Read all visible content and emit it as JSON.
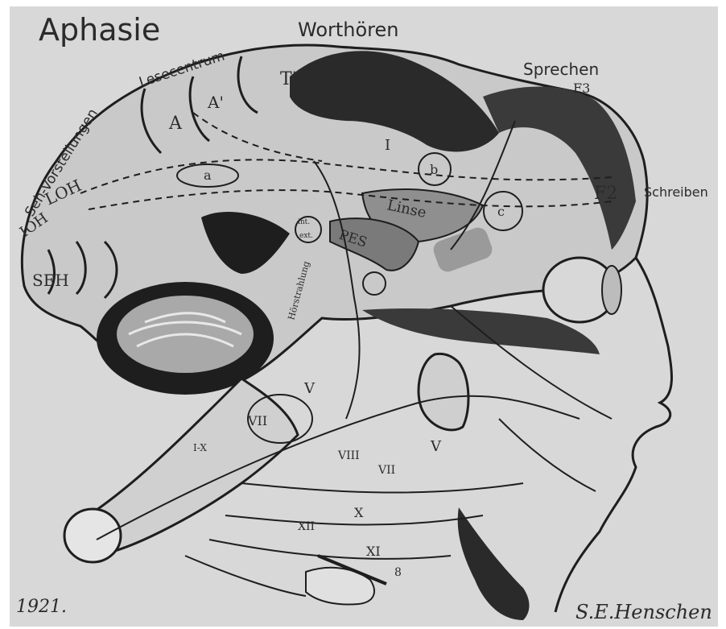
{
  "title": "Aphasie",
  "labels": {
    "worthoren": "Worthören",
    "lesecentrum": "Lesecentrum",
    "sehvorstellungen": "Seh-Vorstellungen",
    "sprechen": "Sprechen",
    "schreiben": "Schreiben",
    "linse": "Linse",
    "pes": "PES",
    "t2": "T''",
    "t1": "T'",
    "t3_i": "I",
    "f3": "F3",
    "f2": "F2",
    "a": "A",
    "a1": "A'",
    "a_small": "a",
    "b": "b",
    "c": "c",
    "loh": "LOH",
    "seh": "SEH",
    "ioh": "IOH",
    "v": "V",
    "vii": "VII",
    "viii": "VIII",
    "vii_low": "VII",
    "v_low": "V",
    "x": "X",
    "xi": "XI",
    "xii": "XII",
    "i_x": "I-X",
    "horstrahlung": "Hörstrahlung",
    "int": "int.",
    "ext": "ext.",
    "e": "8"
  },
  "year": "1921.",
  "signature": "S.E.Henschen",
  "colors": {
    "paper": "#d9d9d9",
    "ink": "#1e1e1e",
    "gray_mid": "#8a8a8a",
    "gray_light": "#bdbdbd"
  }
}
